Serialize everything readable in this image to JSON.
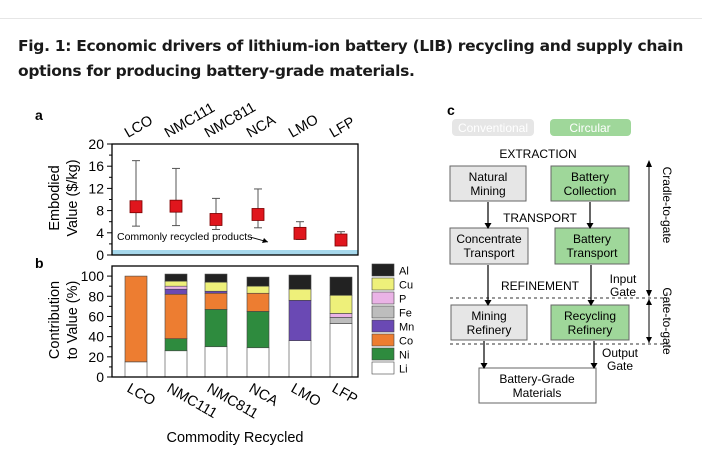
{
  "caption": "Fig. 1: Economic drivers of lithium-ion battery (LIB) recycling and supply chain options for producing battery-grade materials.",
  "panel_labels": {
    "a": "a",
    "b": "b",
    "c": "c"
  },
  "colors": {
    "marker": "#e0161d",
    "band": "#a6d8ec",
    "Al": "#222222",
    "Cu": "#eef07a",
    "P": "#eab3e6",
    "Fe": "#bdbdbd",
    "Mn": "#6a49b4",
    "Co": "#ed7d31",
    "Ni": "#2e8b3e",
    "Li": "#ffffff",
    "conventional": "#e6e6e6",
    "circular": "#9fd79a"
  },
  "chart_data": [
    {
      "type": "scatter",
      "panel": "a",
      "categories": [
        "LCO",
        "NMC111",
        "NMC811",
        "NCA",
        "LMO",
        "LFP"
      ],
      "values": [
        8.7,
        8.8,
        6.4,
        7.3,
        3.9,
        2.7
      ],
      "error_low": [
        5.2,
        5.3,
        4.6,
        4.9,
        2.8,
        1.7
      ],
      "error_high": [
        17.0,
        15.6,
        10.2,
        11.9,
        6.0,
        4.2
      ],
      "ylabel": "Embodied Value ($/kg)",
      "ylim": [
        0,
        20
      ],
      "yticks": [
        0,
        4,
        8,
        12,
        16,
        20
      ],
      "band": {
        "from": 0,
        "to": 0.9
      },
      "annotation": "Commonly recycled products"
    },
    {
      "type": "bar",
      "panel": "b",
      "stacked": true,
      "categories": [
        "LCO",
        "NMC111",
        "NMC811",
        "NCA",
        "LMO",
        "LFP"
      ],
      "xlabel": "Commodity Recycled",
      "ylabel": "Contribution to Value (%)",
      "ylim": [
        0,
        110
      ],
      "yticks": [
        0,
        10,
        20,
        30,
        40,
        50,
        60,
        70,
        80,
        90,
        100
      ],
      "ytick_labels": [
        "0",
        "",
        "20",
        "",
        "40",
        "",
        "60",
        "",
        "80",
        "",
        "100"
      ],
      "legend": [
        "Al",
        "Cu",
        "P",
        "Fe",
        "Mn",
        "Co",
        "Ni",
        "Li"
      ],
      "series": [
        {
          "name": "Li",
          "values": [
            15,
            26,
            30,
            29,
            36,
            53
          ]
        },
        {
          "name": "Ni",
          "values": [
            0,
            12,
            37,
            36,
            0,
            0
          ]
        },
        {
          "name": "Co",
          "values": [
            85,
            44,
            16,
            18,
            0,
            0
          ]
        },
        {
          "name": "Mn",
          "values": [
            0,
            5,
            2,
            0,
            40,
            0
          ]
        },
        {
          "name": "Fe",
          "values": [
            0,
            0,
            0,
            0,
            0,
            6
          ]
        },
        {
          "name": "P",
          "values": [
            0,
            3,
            0,
            0,
            0,
            4
          ]
        },
        {
          "name": "Cu",
          "values": [
            0,
            5,
            9,
            7,
            11,
            18
          ]
        },
        {
          "name": "Al",
          "values": [
            0,
            7,
            8,
            9,
            14,
            18
          ]
        }
      ]
    }
  ],
  "diagram": {
    "legend_conventional": "Conventional",
    "legend_circular": "Circular",
    "extraction": "EXTRACTION",
    "transport": "TRANSPORT",
    "refinement": "REFINEMENT",
    "natural_mining": [
      "Natural",
      "Mining"
    ],
    "battery_collection": [
      "Battery",
      "Collection"
    ],
    "concentrate_transport": [
      "Concentrate",
      "Transport"
    ],
    "battery_transport": [
      "Battery",
      "Transport"
    ],
    "mining_refinery": [
      "Mining",
      "Refinery"
    ],
    "recycling_refinery": [
      "Recycling",
      "Refinery"
    ],
    "battery_grade": [
      "Battery-Grade",
      "Materials"
    ],
    "input_gate": [
      "Input",
      "Gate"
    ],
    "output_gate": [
      "Output",
      "Gate"
    ],
    "cradle_to_gate": "Cradle-to-gate",
    "gate_to_gate": "Gate-to-gate"
  }
}
